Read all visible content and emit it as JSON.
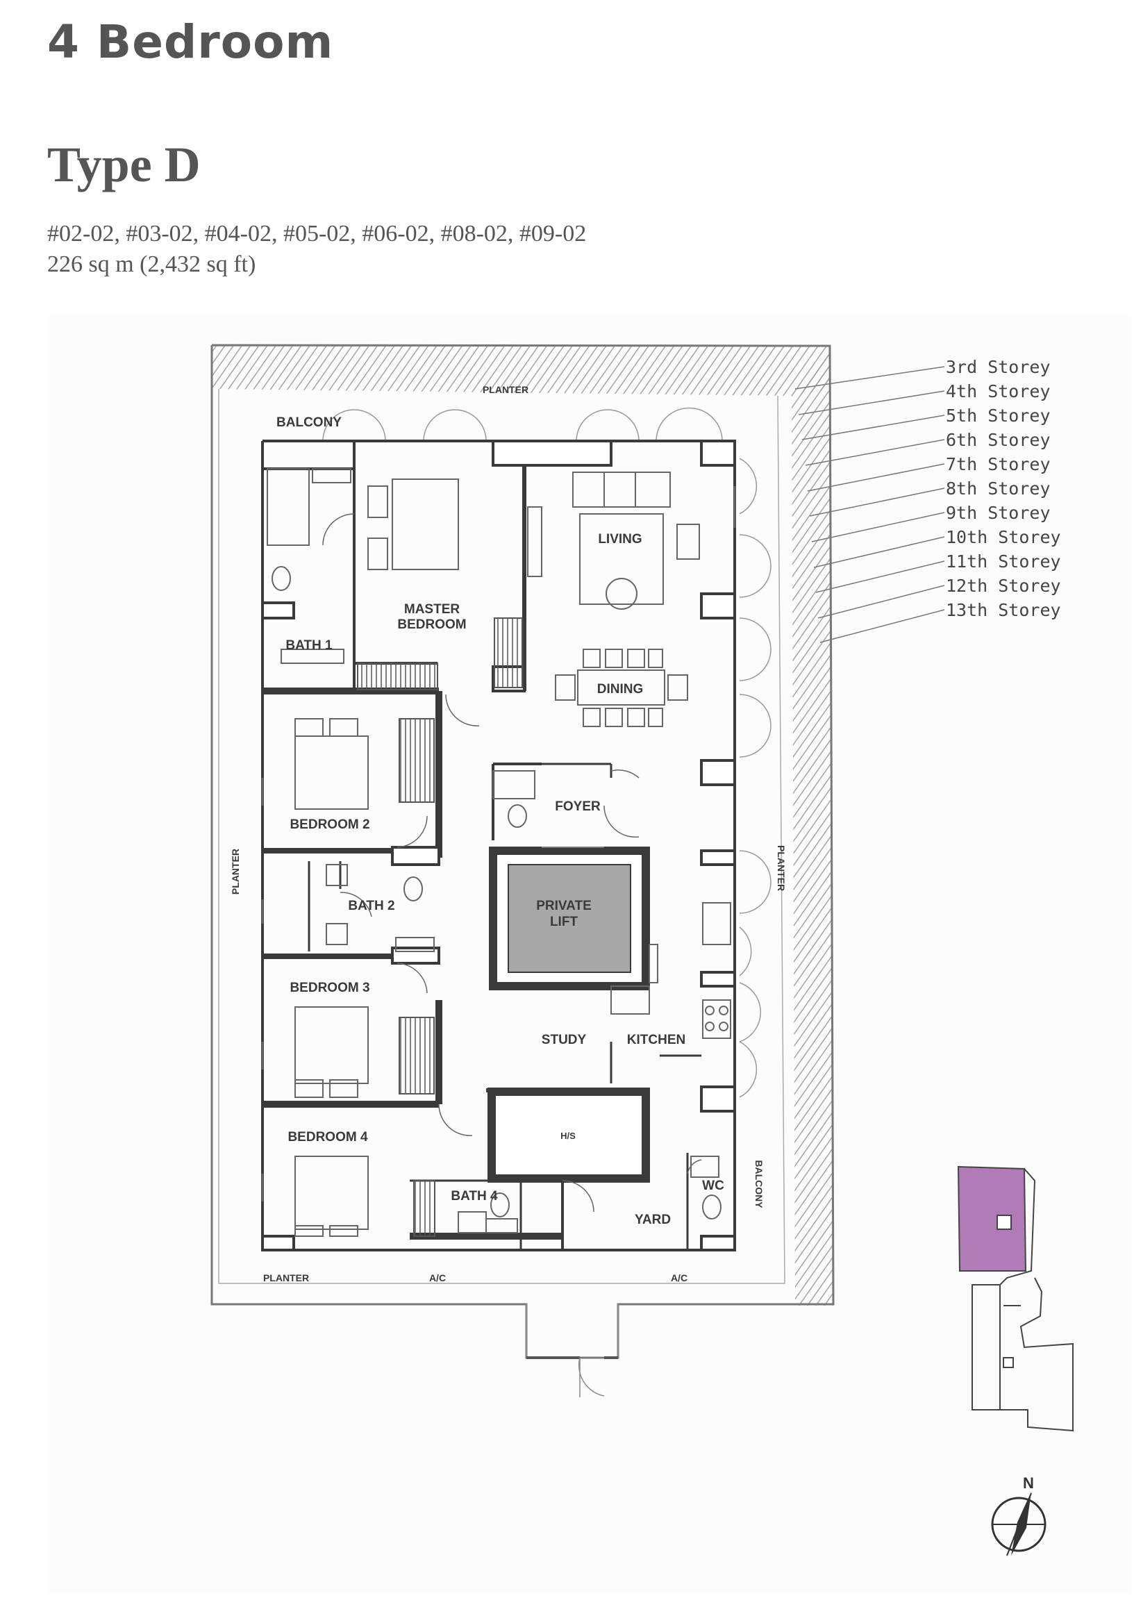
{
  "header": {
    "title": "4 Bedroom",
    "type": "Type D",
    "units": "#02-02, #03-02, #04-02, #05-02, #06-02, #08-02, #09-02",
    "area": "226 sq m (2,432 sq ft)"
  },
  "rooms": {
    "planter_top": "PLANTER",
    "balcony_top": "BALCONY",
    "living": "LIVING",
    "master_1": "MASTER",
    "master_2": "BEDROOM",
    "bath1": "BATH 1",
    "dining": "DINING",
    "bedroom2": "BEDROOM 2",
    "foyer": "FOYER",
    "bath2": "BATH 2",
    "lift_1": "PRIVATE",
    "lift_2": "LIFT",
    "planter_left": "PLANTER",
    "planter_right": "PLANTER",
    "bedroom3": "BEDROOM 3",
    "study": "STUDY",
    "kitchen": "KITCHEN",
    "bedroom4": "BEDROOM 4",
    "hs": "H/S",
    "bath4": "BATH 4",
    "wc": "WC",
    "yard": "YARD",
    "balcony_right": "BALCONY",
    "planter_bottom": "PLANTER",
    "ac_left": "A/C",
    "ac_right": "A/C"
  },
  "storeys": [
    "3rd Storey",
    "4th Storey",
    "5th Storey",
    "6th Storey",
    "7th Storey",
    "8th Storey",
    "9th Storey",
    "10th Storey",
    "11th Storey",
    "12th Storey",
    "13th Storey"
  ],
  "compass": {
    "label": "N"
  },
  "colors": {
    "wall": "#3a3a3a",
    "lift_fill": "#a8a8a8",
    "keyplan_highlight": "#b07bb6",
    "hatch": "#9a9a9a"
  }
}
